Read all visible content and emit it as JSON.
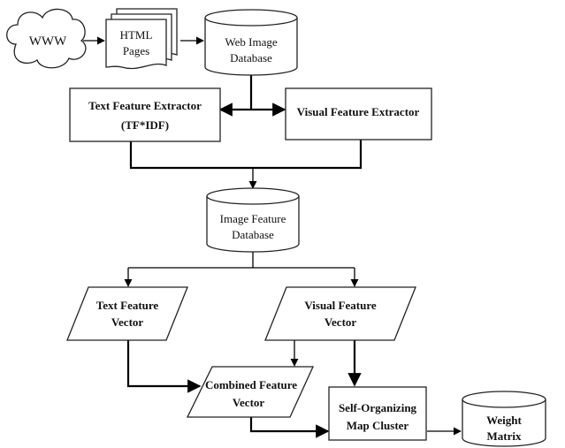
{
  "diagram": {
    "nodes": {
      "www": {
        "label": "WWW"
      },
      "html_pages": {
        "lines": [
          "HTML",
          "Pages"
        ]
      },
      "web_image_db": {
        "lines": [
          "Web Image",
          "Database"
        ]
      },
      "text_feature_extractor": {
        "lines": [
          "Text Feature Extractor",
          "(TF*IDF)"
        ]
      },
      "visual_feature_extractor": {
        "lines": [
          "Visual Feature Extractor"
        ]
      },
      "image_feature_db": {
        "lines": [
          "Image Feature",
          "Database"
        ]
      },
      "text_feature_vector": {
        "lines": [
          "Text Feature",
          "Vector"
        ]
      },
      "visual_feature_vector": {
        "lines": [
          "Visual Feature",
          "Vector"
        ]
      },
      "combined_feature_vector": {
        "lines": [
          "Combined Feature",
          "Vector"
        ]
      },
      "som_cluster": {
        "lines": [
          "Self-Organizing",
          "Map Cluster"
        ]
      },
      "weight_matrix": {
        "lines": [
          "Weight",
          "Matrix"
        ]
      }
    },
    "edges": [
      {
        "from": "www",
        "to": "html_pages"
      },
      {
        "from": "html_pages",
        "to": "web_image_db"
      },
      {
        "from": "web_image_db",
        "to": "text_feature_extractor"
      },
      {
        "from": "web_image_db",
        "to": "visual_feature_extractor"
      },
      {
        "from": "text_feature_extractor",
        "to": "image_feature_db"
      },
      {
        "from": "visual_feature_extractor",
        "to": "image_feature_db"
      },
      {
        "from": "image_feature_db",
        "to": "text_feature_vector"
      },
      {
        "from": "image_feature_db",
        "to": "visual_feature_vector"
      },
      {
        "from": "text_feature_vector",
        "to": "combined_feature_vector"
      },
      {
        "from": "visual_feature_vector",
        "to": "combined_feature_vector"
      },
      {
        "from": "visual_feature_vector",
        "to": "som_cluster"
      },
      {
        "from": "combined_feature_vector",
        "to": "som_cluster"
      },
      {
        "from": "som_cluster",
        "to": "weight_matrix"
      }
    ]
  }
}
